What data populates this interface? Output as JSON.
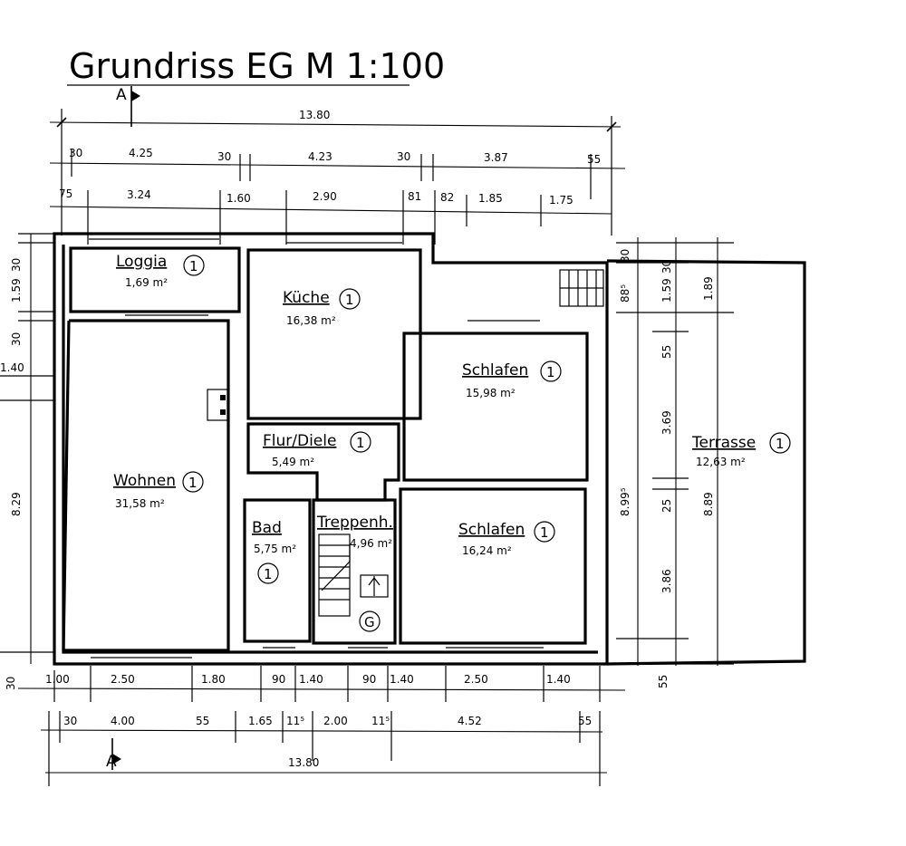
{
  "title": "Grundriss EG M 1:100",
  "section_marker": "A",
  "rooms": [
    {
      "name": "Loggia",
      "area": "1,69 m²",
      "tag": "1"
    },
    {
      "name": "Küche",
      "area": "16,38 m²",
      "tag": "1"
    },
    {
      "name": "Schlafen",
      "area": "15,98 m²",
      "tag": "1"
    },
    {
      "name": "Flur/Diele",
      "area": "5,49 m²",
      "tag": "1"
    },
    {
      "name": "Wohnen",
      "area": "31,58 m²",
      "tag": "1"
    },
    {
      "name": "Bad",
      "area": "5,75 m²",
      "tag": "1"
    },
    {
      "name": "Treppenh.",
      "area": "4,96 m²",
      "tag": "G"
    },
    {
      "name": "Schlafen",
      "area": "16,24 m²",
      "tag": "1"
    },
    {
      "name": "Terrasse",
      "area": "12,63 m²",
      "tag": "1"
    }
  ],
  "dims_top": {
    "overall": "13.80",
    "row2": [
      "30",
      "4.25",
      "30",
      "4.23",
      "30",
      "3.87",
      "55"
    ],
    "row3": [
      "75",
      "3.24",
      "1.60",
      "2.90",
      "81",
      "82",
      "1.85",
      "1.75"
    ]
  },
  "dims_bottom": {
    "row1": [
      "1.00",
      "2.50",
      "1.80",
      "90",
      "1.40",
      "90",
      "1.40",
      "2.50",
      "1.40"
    ],
    "row2": [
      "30",
      "4.00",
      "55",
      "1.65",
      "11⁵",
      "2.00",
      "11⁵",
      "4.52",
      "55"
    ],
    "overall": "13.80"
  },
  "dims_left": [
    "30",
    "1.59",
    "30",
    "1.40",
    "8.29",
    "30"
  ],
  "dims_right": [
    "30",
    "88⁵",
    "8.99⁵",
    "1.59",
    "30",
    "55",
    "3.69",
    "25",
    "3.86",
    "55",
    "1.89",
    "8.89"
  ]
}
